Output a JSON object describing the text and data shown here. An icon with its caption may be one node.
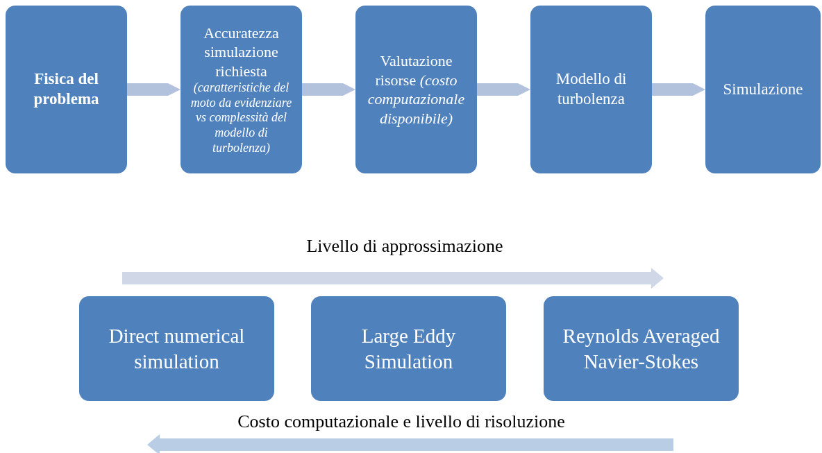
{
  "diagram": {
    "nodes": [
      {
        "text": [
          "Fisica del problema"
        ]
      },
      {
        "text": [
          "Accuratezza simulazione richiesta",
          "(caratteristiche del moto da evidenziare vs complessità del modello di turbolenza)"
        ]
      },
      {
        "text": [
          "Valutazione risorse *(costo computazionale disponibile)*"
        ]
      },
      {
        "text": [
          "Modello di turbolenza"
        ]
      },
      {
        "text": [
          "Simulazione"
        ]
      },
      {
        "text": [
          "Direct numerical simulation"
        ]
      },
      {
        "text": [
          "Large Eddy Simulation"
        ]
      },
      {
        "text": [
          "Reynolds Averaged Navier-Stokes"
        ]
      }
    ],
    "edges": [
      {
        "from": 0,
        "to": 1,
        "arrow": "to"
      },
      {
        "from": 1,
        "to": 2,
        "arrow": "to"
      },
      {
        "from": 2,
        "to": 3,
        "arrow": "to"
      },
      {
        "from": 3,
        "to": 4,
        "arrow": "to"
      }
    ],
    "labels": [
      "Livello di approssimazione",
      "Costo computazionale e livello di risoluzione"
    ]
  }
}
